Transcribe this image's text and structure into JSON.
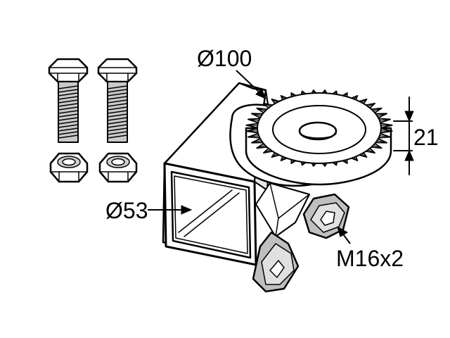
{
  "labels": {
    "disc_diameter": "Ø100",
    "tube_diameter": "Ø53",
    "disc_height": "21",
    "thread": "M16x2"
  },
  "parts": {
    "bolt_count": 2,
    "nut_count": 2,
    "disc_teeth": 40
  },
  "colors": {
    "line": "#000000",
    "fill_light": "#ffffff",
    "fill_shade": "#e6e6e6",
    "fill_dark": "#b3b3b3"
  }
}
